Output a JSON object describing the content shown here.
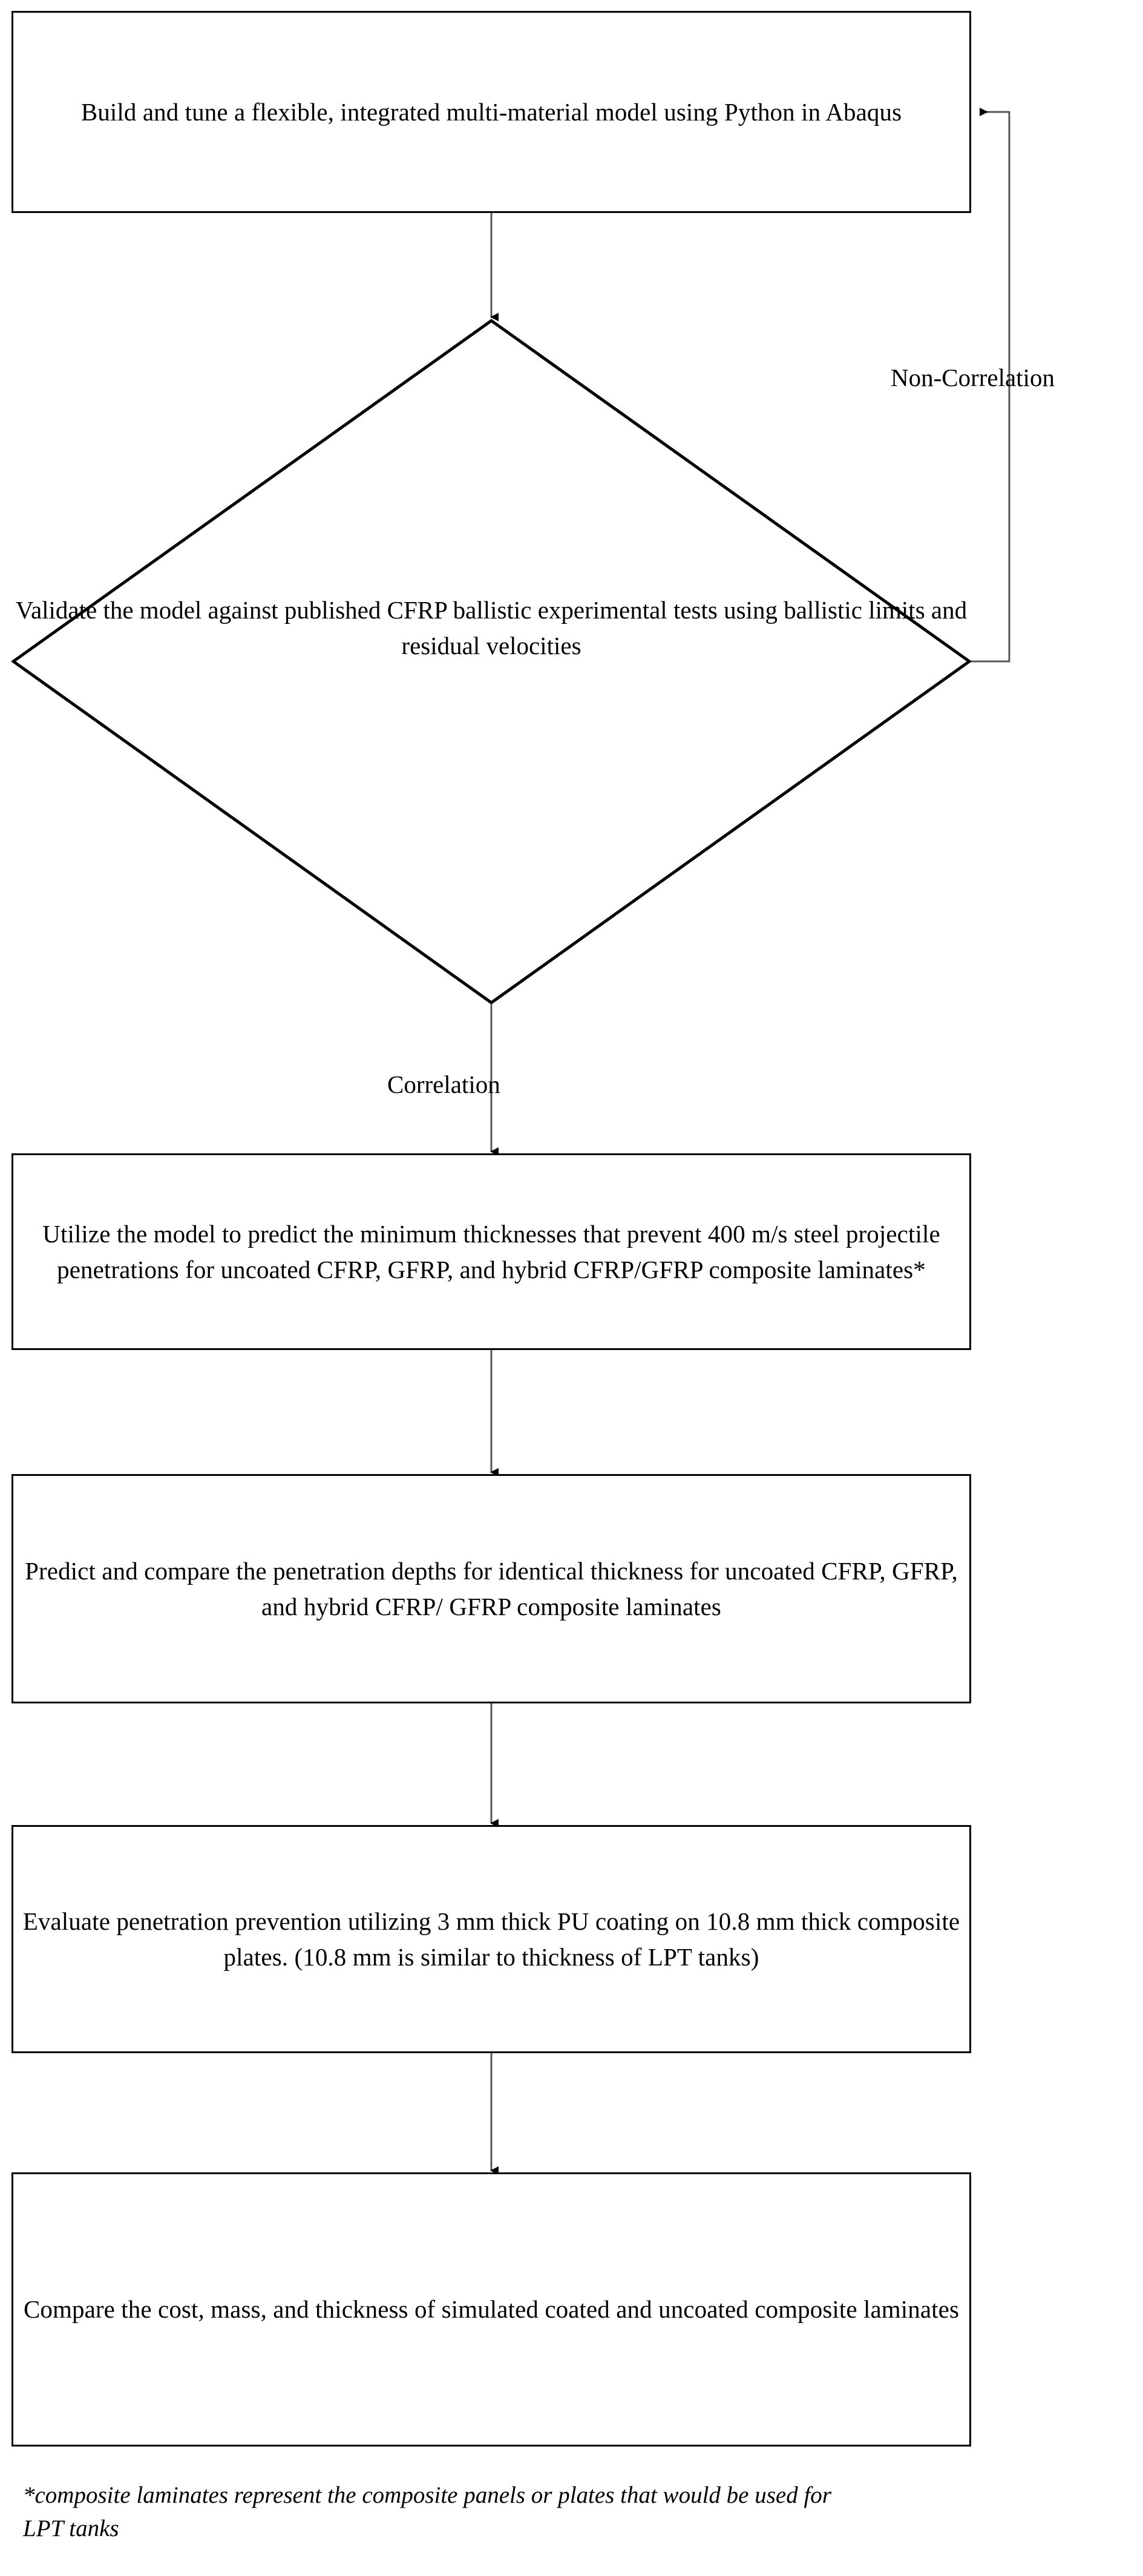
{
  "diagram": {
    "type": "flowchart",
    "title": "Research methodology flowchart",
    "nodes": [
      {
        "id": "build-model",
        "shape": "process",
        "text": "Build and tune a flexible, integrated multi-material model using Python in Abaqus"
      },
      {
        "id": "validate-model",
        "shape": "decision",
        "text": "Validate the model against published CFRP ballistic experimental tests using ballistic limits and residual velocities"
      },
      {
        "id": "predict-minimum-thickness",
        "shape": "process",
        "text": "Utilize the model to predict the minimum thicknesses that prevent 400 m/s steel projectile penetrations for uncoated CFRP, GFRP, and hybrid CFRP/GFRP composite laminates*"
      },
      {
        "id": "compare-penetration-depths",
        "shape": "process",
        "text": "Predict and compare the penetration depths for identical thickness for uncoated CFRP, GFRP, and hybrid CFRP/ GFRP composite laminates"
      },
      {
        "id": "evaluate-pu-coating",
        "shape": "process",
        "text": "Evaluate penetration prevention utilizing 3 mm thick PU coating on 10.8 mm thick composite plates. (10.8 mm is similar to thickness of LPT tanks)"
      },
      {
        "id": "compare-cost-mass-thickness",
        "shape": "process",
        "text": "Compare the cost, mass, and thickness of simulated coated and uncoated composite laminates"
      }
    ],
    "edge_labels": {
      "non_correlation": "Non-Correlation",
      "correlation": "Correlation"
    },
    "footnote": "*composite laminates represent the composite panels or plates that would be used for LPT tanks",
    "colors": {
      "stroke": "#000000",
      "background": "#ffffff",
      "connector": "#555555"
    }
  }
}
